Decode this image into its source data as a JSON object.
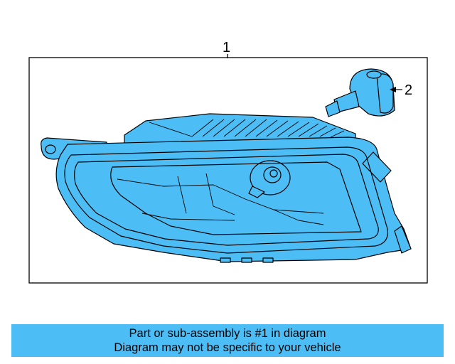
{
  "diagram": {
    "callouts": [
      {
        "label": "1",
        "part": "fog-lamp-assembly"
      },
      {
        "label": "2",
        "part": "bulb"
      }
    ],
    "part_fill_color": "#4dbdf5",
    "outline_color": "#000000"
  },
  "banner": {
    "line1": "Part or sub-assembly is #1 in diagram",
    "line2": "Diagram may not be specific to your vehicle",
    "background_color": "#4dbdf5"
  }
}
